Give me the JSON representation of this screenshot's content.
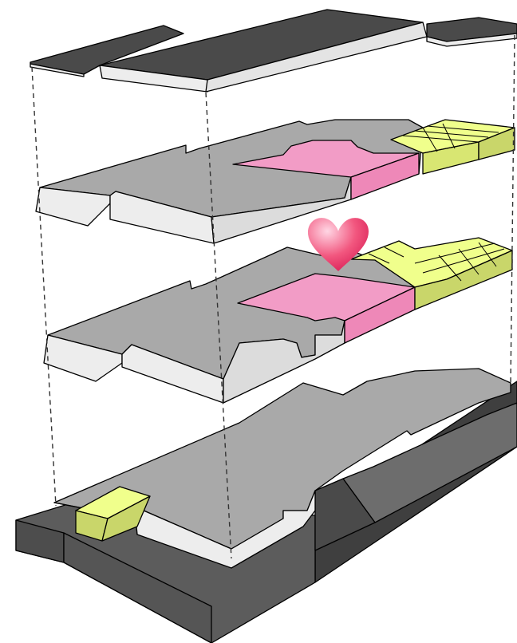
{
  "palette": {
    "floor_top": "#a9a9a9",
    "floor_edge": "#ededed",
    "roof_top": "#4a4a4a",
    "ground_dark": "#5c5c5c",
    "ground_darker": "#3f3f3f",
    "pink_zone": "#f29cc6",
    "yellow_zone": "#f0ff8c",
    "yellow_side": "#c9d66a",
    "heart_light": "#ffd6e4",
    "heart_dark": "#d81d55"
  },
  "layers": [
    {
      "name": "roof"
    },
    {
      "name": "upper-floor",
      "zones": [
        "pink",
        "yellow"
      ]
    },
    {
      "name": "middle-floor",
      "zones": [
        "pink",
        "yellow"
      ],
      "marker": "heart"
    },
    {
      "name": "ground-floor",
      "zones": [
        "yellow"
      ]
    }
  ]
}
